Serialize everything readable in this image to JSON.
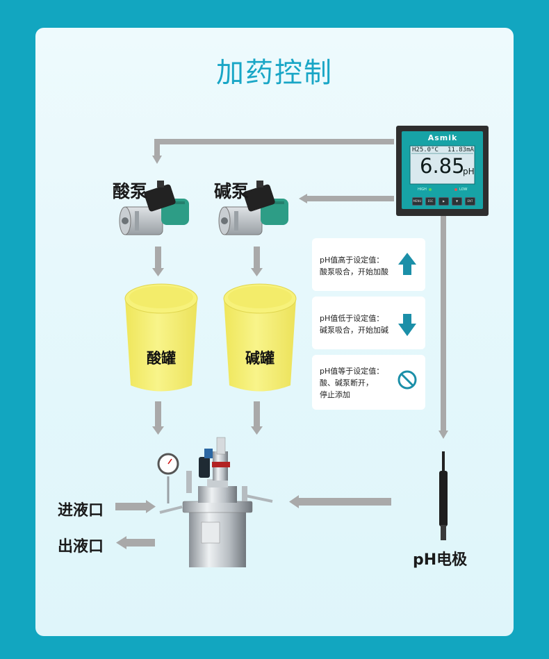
{
  "title": "加药控制",
  "labels": {
    "acid_pump": "酸泵",
    "base_pump": "碱泵",
    "acid_tank": "酸罐",
    "base_tank": "碱罐",
    "inlet": "进液口",
    "outlet": "出液口",
    "electrode": "pH电极"
  },
  "meter": {
    "brand": "Asmik",
    "temp": "H25.0°C",
    "current": "11.83mA",
    "value": "6.85",
    "unit": "pH",
    "high_label": "HIGH",
    "low_label": "LOW",
    "keys": [
      "MENU",
      "ESC",
      "▶",
      "▼",
      "ENT"
    ]
  },
  "cards": [
    {
      "text": "pH值高于设定值：\n酸泵吸合，开始加酸",
      "icon": "arrow-up-icon"
    },
    {
      "text": "pH值低于设定值：\n碱泵吸合，开始加碱",
      "icon": "arrow-down-icon"
    },
    {
      "text": "pH值等于设定值：\n酸、碱泵断开，\n停止添加",
      "icon": "no-entry-icon"
    }
  ],
  "colors": {
    "background": "#12a6c0",
    "title": "#19a6c6",
    "arrow": "#a9a9a9",
    "tank": "#f4ee72",
    "icon": "#1b8fa8",
    "meter_frame": "#2e2e2e",
    "meter_panel": "#17a3a6"
  }
}
